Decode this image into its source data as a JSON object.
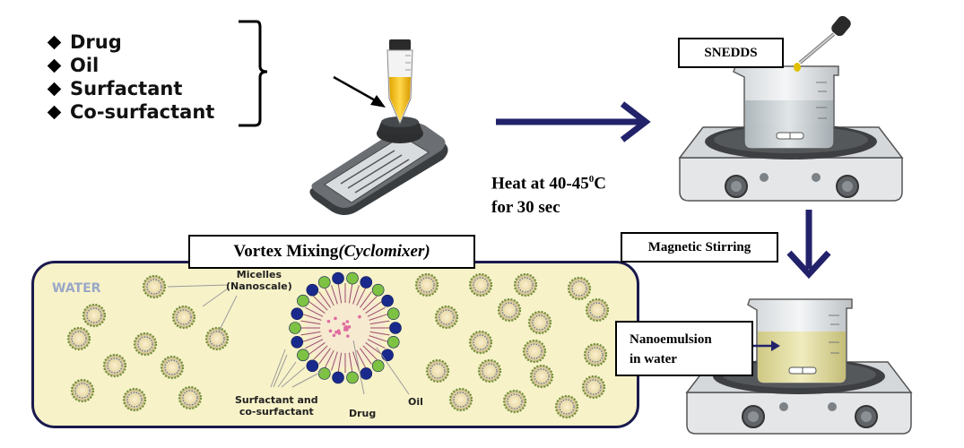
{
  "ingredients": [
    "Drug",
    "Oil",
    "Surfactant",
    "Co-surfactant"
  ],
  "heat_text": {
    "line1_prefix": "Heat at 40-45",
    "sup": "0",
    "line1_suffix": "C",
    "line2": "for 30 sec"
  },
  "snedds_label": "SNEDDS",
  "magnetic_stirring_label": "Magnetic Stirring",
  "vortex_label": {
    "main": "Vortex Mixing",
    "italic": "(Cyclomixer)"
  },
  "water_label": "WATER",
  "micelles_label": {
    "line1": "Micelles",
    "line2": "(Nanoscale)"
  },
  "surfactant_label": {
    "line1": "Surfactant and",
    "line2": "co-surfactant"
  },
  "drug_label": "Drug",
  "oil_label": "Oil",
  "nanoemulsion_label": {
    "line1": "Nanoemulsion",
    "line2": "in water"
  },
  "colors": {
    "arrow": "#22226b",
    "water_fill": "#f7f2c8",
    "water_border": "#1a1a4e",
    "micelle_blue": "#1a2a8c",
    "micelle_green": "#7dc242",
    "oil_yellow": "#f2c200"
  }
}
